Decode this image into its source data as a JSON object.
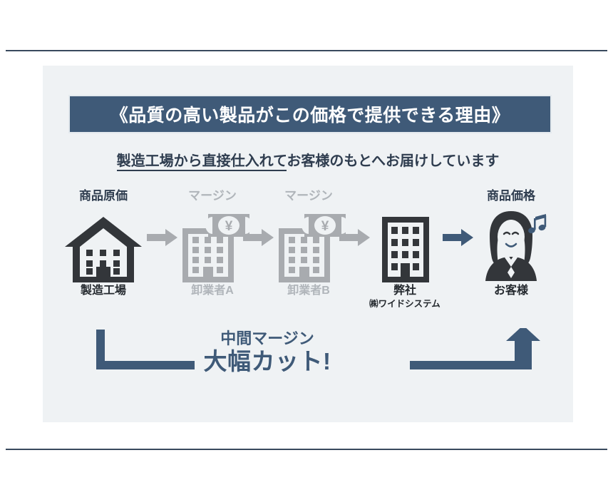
{
  "banner": {
    "title": "《品質の高い製品がこの価格で提供できる理由》"
  },
  "subtitle": {
    "underlined": "製造工場から直接仕入れて",
    "rest": "お客様のもとへお届けしています"
  },
  "flow": {
    "nodes": [
      {
        "top_label": "商品原価",
        "bottom_label": "製造工場",
        "sub_label": "",
        "icon": "factory-building-icon",
        "tone": "dark"
      },
      {
        "top_label": "マージン",
        "bottom_label": "卸業者A",
        "sub_label": "",
        "icon": "office-building-with-money-icon",
        "tone": "gray"
      },
      {
        "top_label": "マージン",
        "bottom_label": "卸業者B",
        "sub_label": "",
        "icon": "office-building-with-money-icon",
        "tone": "gray"
      },
      {
        "top_label": "",
        "bottom_label": "弊社",
        "sub_label": "㈱ワイドシステム",
        "icon": "office-building-icon",
        "tone": "dark"
      },
      {
        "top_label": "商品価格",
        "bottom_label": "お客様",
        "sub_label": "",
        "icon": "customer-person-icon",
        "tone": "dark"
      }
    ],
    "arrows": [
      {
        "name": "arrow-factory-to-wholesaler-a",
        "color": "#a8abaf"
      },
      {
        "name": "arrow-wholesaler-a-to-wholesaler-b",
        "color": "#a8abaf"
      },
      {
        "name": "arrow-wholesaler-b-to-company",
        "color": "#a8abaf"
      },
      {
        "name": "arrow-company-to-customer",
        "color": "#3f5a78"
      }
    ],
    "money_symbol": "¥",
    "music_note_symbol": "♫"
  },
  "callout": {
    "line1": "中間マージン",
    "line2": "大幅カット!"
  },
  "colors": {
    "accent_slate": "#3f5a78",
    "panel_bg": "#eff2f4",
    "dark_ink": "#2f3d4f",
    "icon_dark": "#33363a",
    "icon_gray": "#a8abaf",
    "label_gray": "#b0b5ba",
    "rule": "#39495d",
    "page_bg": "#ffffff"
  }
}
